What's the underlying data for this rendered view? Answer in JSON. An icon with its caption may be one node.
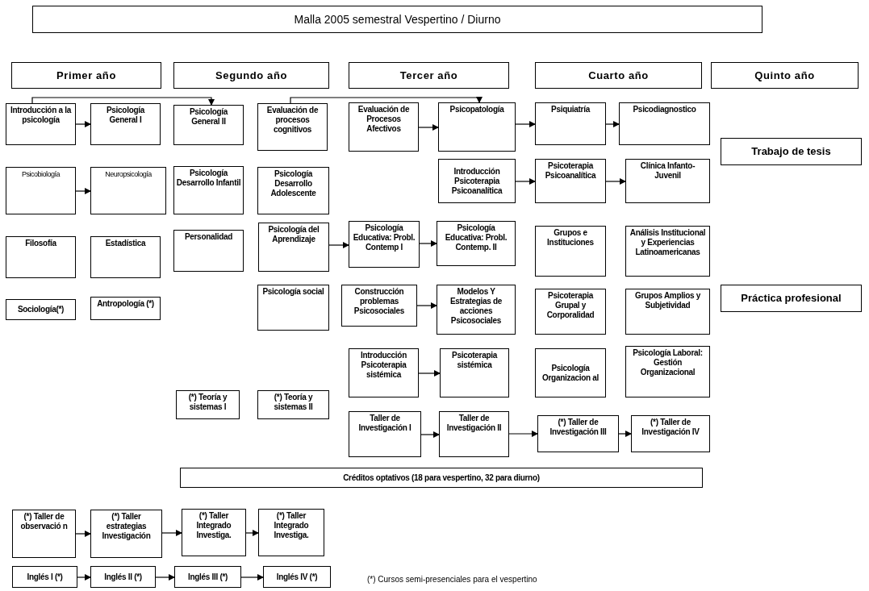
{
  "diagram": {
    "title": "Malla 2005 semestral Vespertino / Diurno",
    "nodes": [
      {
        "text": [
          "Primer año"
        ]
      },
      {
        "text": [
          "Segundo año"
        ]
      },
      {
        "text": [
          "Tercer año"
        ]
      },
      {
        "text": [
          "Cuarto año"
        ]
      },
      {
        "text": [
          "Quinto año"
        ]
      },
      {
        "text": [
          "Introducción a la psicología"
        ]
      },
      {
        "text": [
          "Psicología General I"
        ]
      },
      {
        "text": [
          "Psicología General II"
        ]
      },
      {
        "text": [
          "Evaluación de procesos cognitivos"
        ]
      },
      {
        "text": [
          "Evaluación de Procesos Afectivos"
        ]
      },
      {
        "text": [
          "Psicopatología"
        ]
      },
      {
        "text": [
          "Psiquiatría"
        ]
      },
      {
        "text": [
          "Psicodiagnostico"
        ]
      },
      {
        "text": [
          "Trabajo de tesis"
        ]
      },
      {
        "text": [
          "Psicobiología"
        ]
      },
      {
        "text": [
          "Neuropsicología"
        ]
      },
      {
        "text": [
          "Psicología Desarrollo Infantil"
        ]
      },
      {
        "text": [
          "Psicología Desarrollo Adolescente"
        ]
      },
      {
        "text": [
          "Introducción Psicoterapia Psicoanalítica"
        ]
      },
      {
        "text": [
          "Psicoterapia Psicoanalítica"
        ]
      },
      {
        "text": [
          "Clínica Infanto-Juvenil"
        ]
      },
      {
        "text": [
          "Filosofía"
        ]
      },
      {
        "text": [
          "Estadística"
        ]
      },
      {
        "text": [
          "Personalidad"
        ]
      },
      {
        "text": [
          "Psicología del Aprendizaje"
        ]
      },
      {
        "text": [
          "Psicología Educativa: Probl. Contemp I"
        ]
      },
      {
        "text": [
          "Psicología Educativa: Probl. Contemp. II"
        ]
      },
      {
        "text": [
          "Grupos e Instituciones"
        ]
      },
      {
        "text": [
          "Análisis Institucional y Experiencias Latinoamericanas"
        ]
      },
      {
        "text": [
          "Sociología(*)"
        ]
      },
      {
        "text": [
          "Antropología (*)"
        ]
      },
      {
        "text": [
          "Psicología social"
        ]
      },
      {
        "text": [
          "Construcción problemas Psicosociales"
        ]
      },
      {
        "text": [
          "Modelos Y Estrategias de acciones Psicosociales"
        ]
      },
      {
        "text": [
          "Psicoterapia Grupal y Corporalidad"
        ]
      },
      {
        "text": [
          "Grupos Amplios y Subjetividad"
        ]
      },
      {
        "text": [
          "Práctica profesional"
        ]
      },
      {
        "text": [
          "Introducción Psicoterapia sistémica"
        ]
      },
      {
        "text": [
          "Psicoterapia sistémica"
        ]
      },
      {
        "text": [
          "Psicología Organizacion al"
        ]
      },
      {
        "text": [
          "Psicología Laboral: Gestión Organizacional"
        ]
      },
      {
        "text": [
          "(*) Teoría y sistemas I"
        ]
      },
      {
        "text": [
          "(*) Teoría y sistemas II"
        ]
      },
      {
        "text": [
          "Taller de Investigación I"
        ]
      },
      {
        "text": [
          "Taller de Investigación II"
        ]
      },
      {
        "text": [
          "(*) Taller de Investigación III"
        ]
      },
      {
        "text": [
          "(*) Taller de Investigación IV"
        ]
      },
      {
        "text": [
          "Créditos optativos (18 para vespertino, 32 para diurno)"
        ]
      },
      {
        "text": [
          "(*) Taller de observació n"
        ]
      },
      {
        "text": [
          "(*) Taller estrategias Investigación"
        ]
      },
      {
        "text": [
          "(*) Taller Integrado Investiga."
        ]
      },
      {
        "text": [
          "(*) Taller Integrado Investiga."
        ]
      },
      {
        "text": [
          "Inglés I (*)"
        ]
      },
      {
        "text": [
          "Inglés II (*)"
        ]
      },
      {
        "text": [
          "Inglés III (*)"
        ]
      },
      {
        "text": [
          "Inglés IV (*)"
        ]
      }
    ],
    "edges": [
      {
        "from": 5,
        "to": 6,
        "arrow": "to"
      },
      {
        "from": 5,
        "to": 7,
        "arrow": "to"
      },
      {
        "from": 14,
        "to": 15,
        "arrow": "to"
      },
      {
        "from": 8,
        "to": 10,
        "arrow": "to"
      },
      {
        "from": 9,
        "to": 10,
        "arrow": "to"
      },
      {
        "from": 10,
        "to": 11,
        "arrow": "to"
      },
      {
        "from": 11,
        "to": 12,
        "arrow": "to"
      },
      {
        "from": 18,
        "to": 19,
        "arrow": "to"
      },
      {
        "from": 19,
        "to": 20,
        "arrow": "to"
      },
      {
        "from": 24,
        "to": 25,
        "arrow": "to"
      },
      {
        "from": 25,
        "to": 26,
        "arrow": "to"
      },
      {
        "from": 32,
        "to": 33,
        "arrow": "to"
      },
      {
        "from": 37,
        "to": 38,
        "arrow": "to"
      },
      {
        "from": 43,
        "to": 44,
        "arrow": "to"
      },
      {
        "from": 44,
        "to": 45,
        "arrow": "to"
      },
      {
        "from": 45,
        "to": 46,
        "arrow": "to"
      },
      {
        "from": 48,
        "to": 49,
        "arrow": "to"
      },
      {
        "from": 49,
        "to": 50,
        "arrow": "to"
      },
      {
        "from": 50,
        "to": 51,
        "arrow": "to"
      },
      {
        "from": 52,
        "to": 53,
        "arrow": "to"
      },
      {
        "from": 53,
        "to": 54,
        "arrow": "to"
      },
      {
        "from": 54,
        "to": 55,
        "arrow": "to"
      }
    ],
    "labels": [
      "(*) Cursos semi-presenciales para el vespertino"
    ]
  }
}
